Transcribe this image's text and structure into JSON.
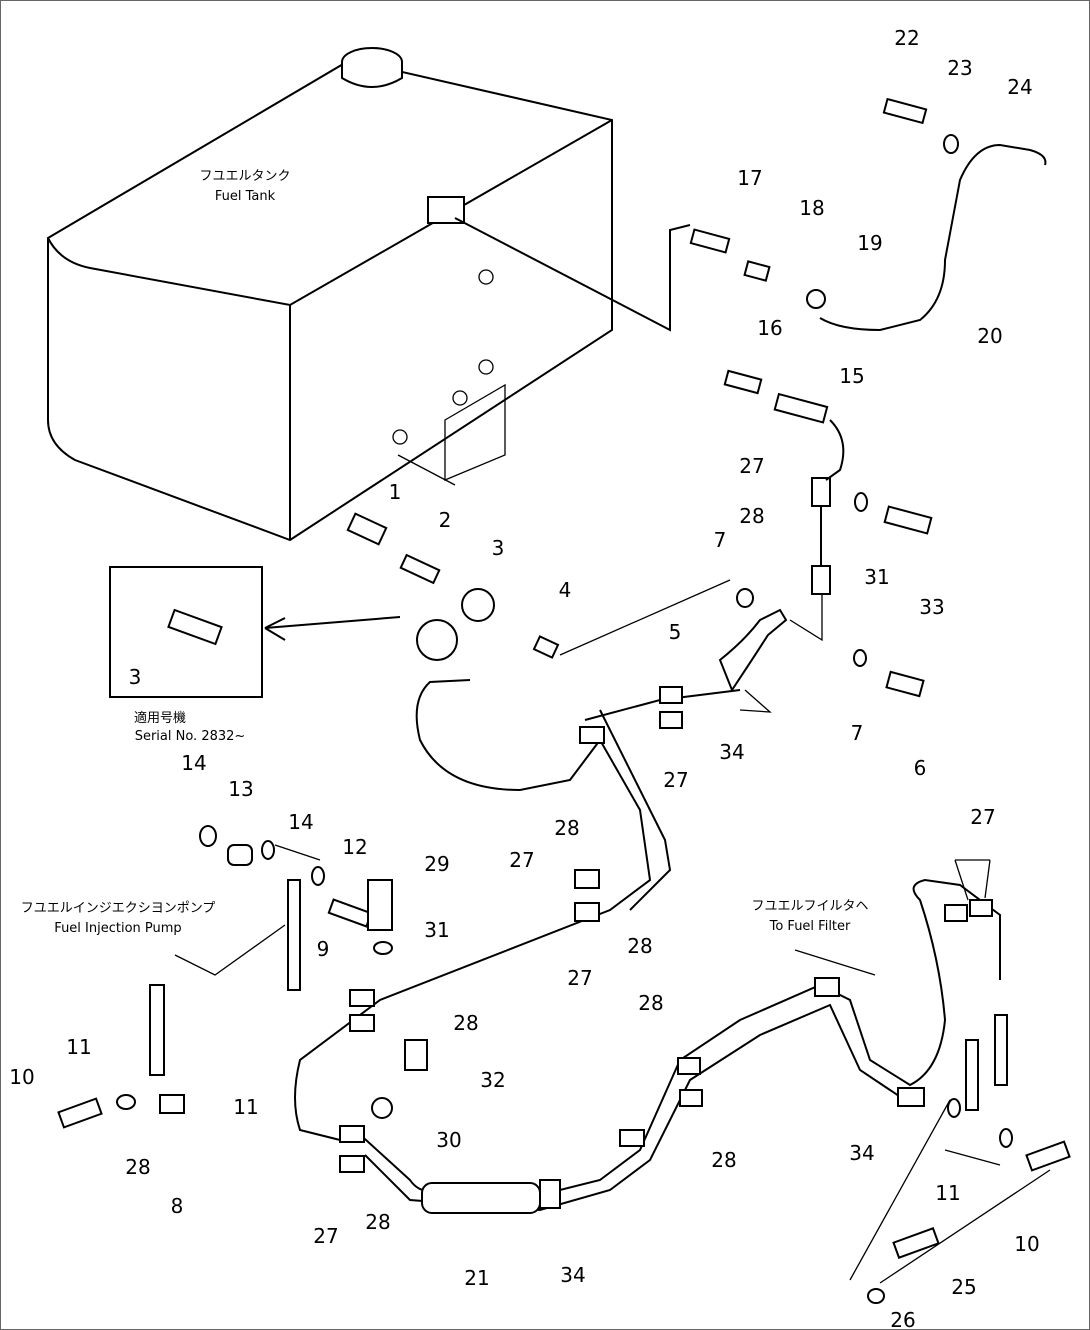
{
  "captions": {
    "fuel_tank_jp": "フユエルタンク",
    "fuel_tank_en": "Fuel Tank",
    "serial_jp": "適用号機",
    "serial_en": "Serial No. 2832~",
    "pump_jp": "フユエルインジエクシヨンポンプ",
    "pump_en": "Fuel Injection Pump",
    "filter_jp": "フユエルフイルタヘ",
    "filter_en": "To Fuel Filter"
  },
  "callouts": [
    "22",
    "23",
    "24",
    "17",
    "18",
    "19",
    "20",
    "16",
    "15",
    "27",
    "28",
    "31",
    "33",
    "1",
    "2",
    "3",
    "4",
    "7",
    "5",
    "3",
    "7",
    "6",
    "34",
    "27",
    "14",
    "13",
    "14",
    "12",
    "29",
    "31",
    "28",
    "27",
    "28",
    "27",
    "9",
    "28",
    "32",
    "30",
    "11",
    "10",
    "28",
    "8",
    "11",
    "27",
    "28",
    "21",
    "34",
    "28",
    "28",
    "27",
    "34",
    "11",
    "10",
    "25",
    "26"
  ]
}
